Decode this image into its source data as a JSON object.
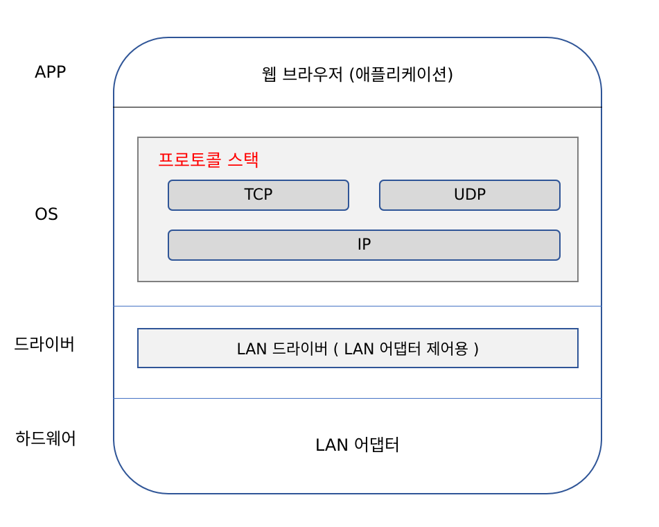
{
  "layers": {
    "app": "APP",
    "os": "OS",
    "driver": "드라이버",
    "hardware": "하드웨어"
  },
  "app_layer": {
    "browser": "웹 브라우저 (애플리케이션)"
  },
  "os_layer": {
    "stack_title": "프로토콜 스택",
    "tcp": "TCP",
    "udp": "UDP",
    "ip": "IP"
  },
  "driver_layer": {
    "lan_driver": "LAN 드라이버 ( LAN 어댑터 제어용 )"
  },
  "hardware_layer": {
    "adapter": "LAN 어댑터"
  },
  "colors": {
    "outline": "#2f5597",
    "stack_title": "#ff0000",
    "box_fill": "#d9d9d9",
    "panel_fill": "#f2f2f2"
  }
}
